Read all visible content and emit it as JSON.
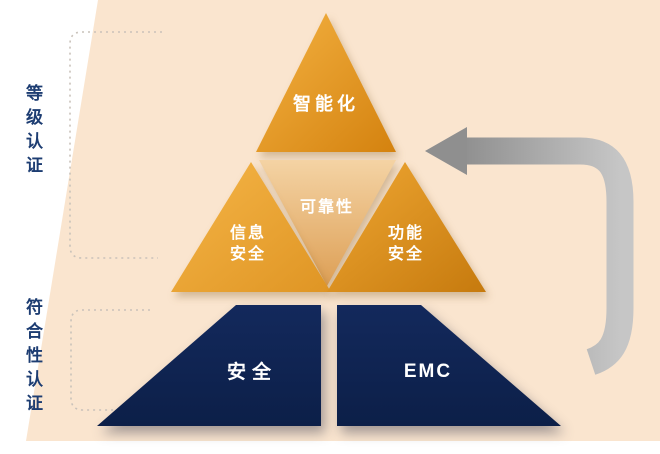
{
  "pyramid": {
    "top": {
      "label": "智能化"
    },
    "middle": {
      "left": {
        "line1": "信息",
        "line2": "安全"
      },
      "center": {
        "label": "可靠性"
      },
      "right": {
        "line1": "功能",
        "line2": "安全"
      }
    },
    "bottom": {
      "left": {
        "label": "安全"
      },
      "right": {
        "label": "EMC"
      }
    }
  },
  "side_labels": {
    "level_certification": "等级认证",
    "compliance_certification": "符合性认证"
  },
  "colors": {
    "gold_light": "#f4b242",
    "gold_dark": "#d4820f",
    "tan_light": "#f4d3a4",
    "tan_dark": "#dd9f55",
    "navy_light": "#13295c",
    "navy_dark": "#0c1f48",
    "peach_bg": "#fae5cf",
    "arrow_gray_dark": "#8f8f8f",
    "arrow_gray_light": "#c6c6c6",
    "side_text": "#1d3d72",
    "dotted_line": "#c9c2ba"
  }
}
